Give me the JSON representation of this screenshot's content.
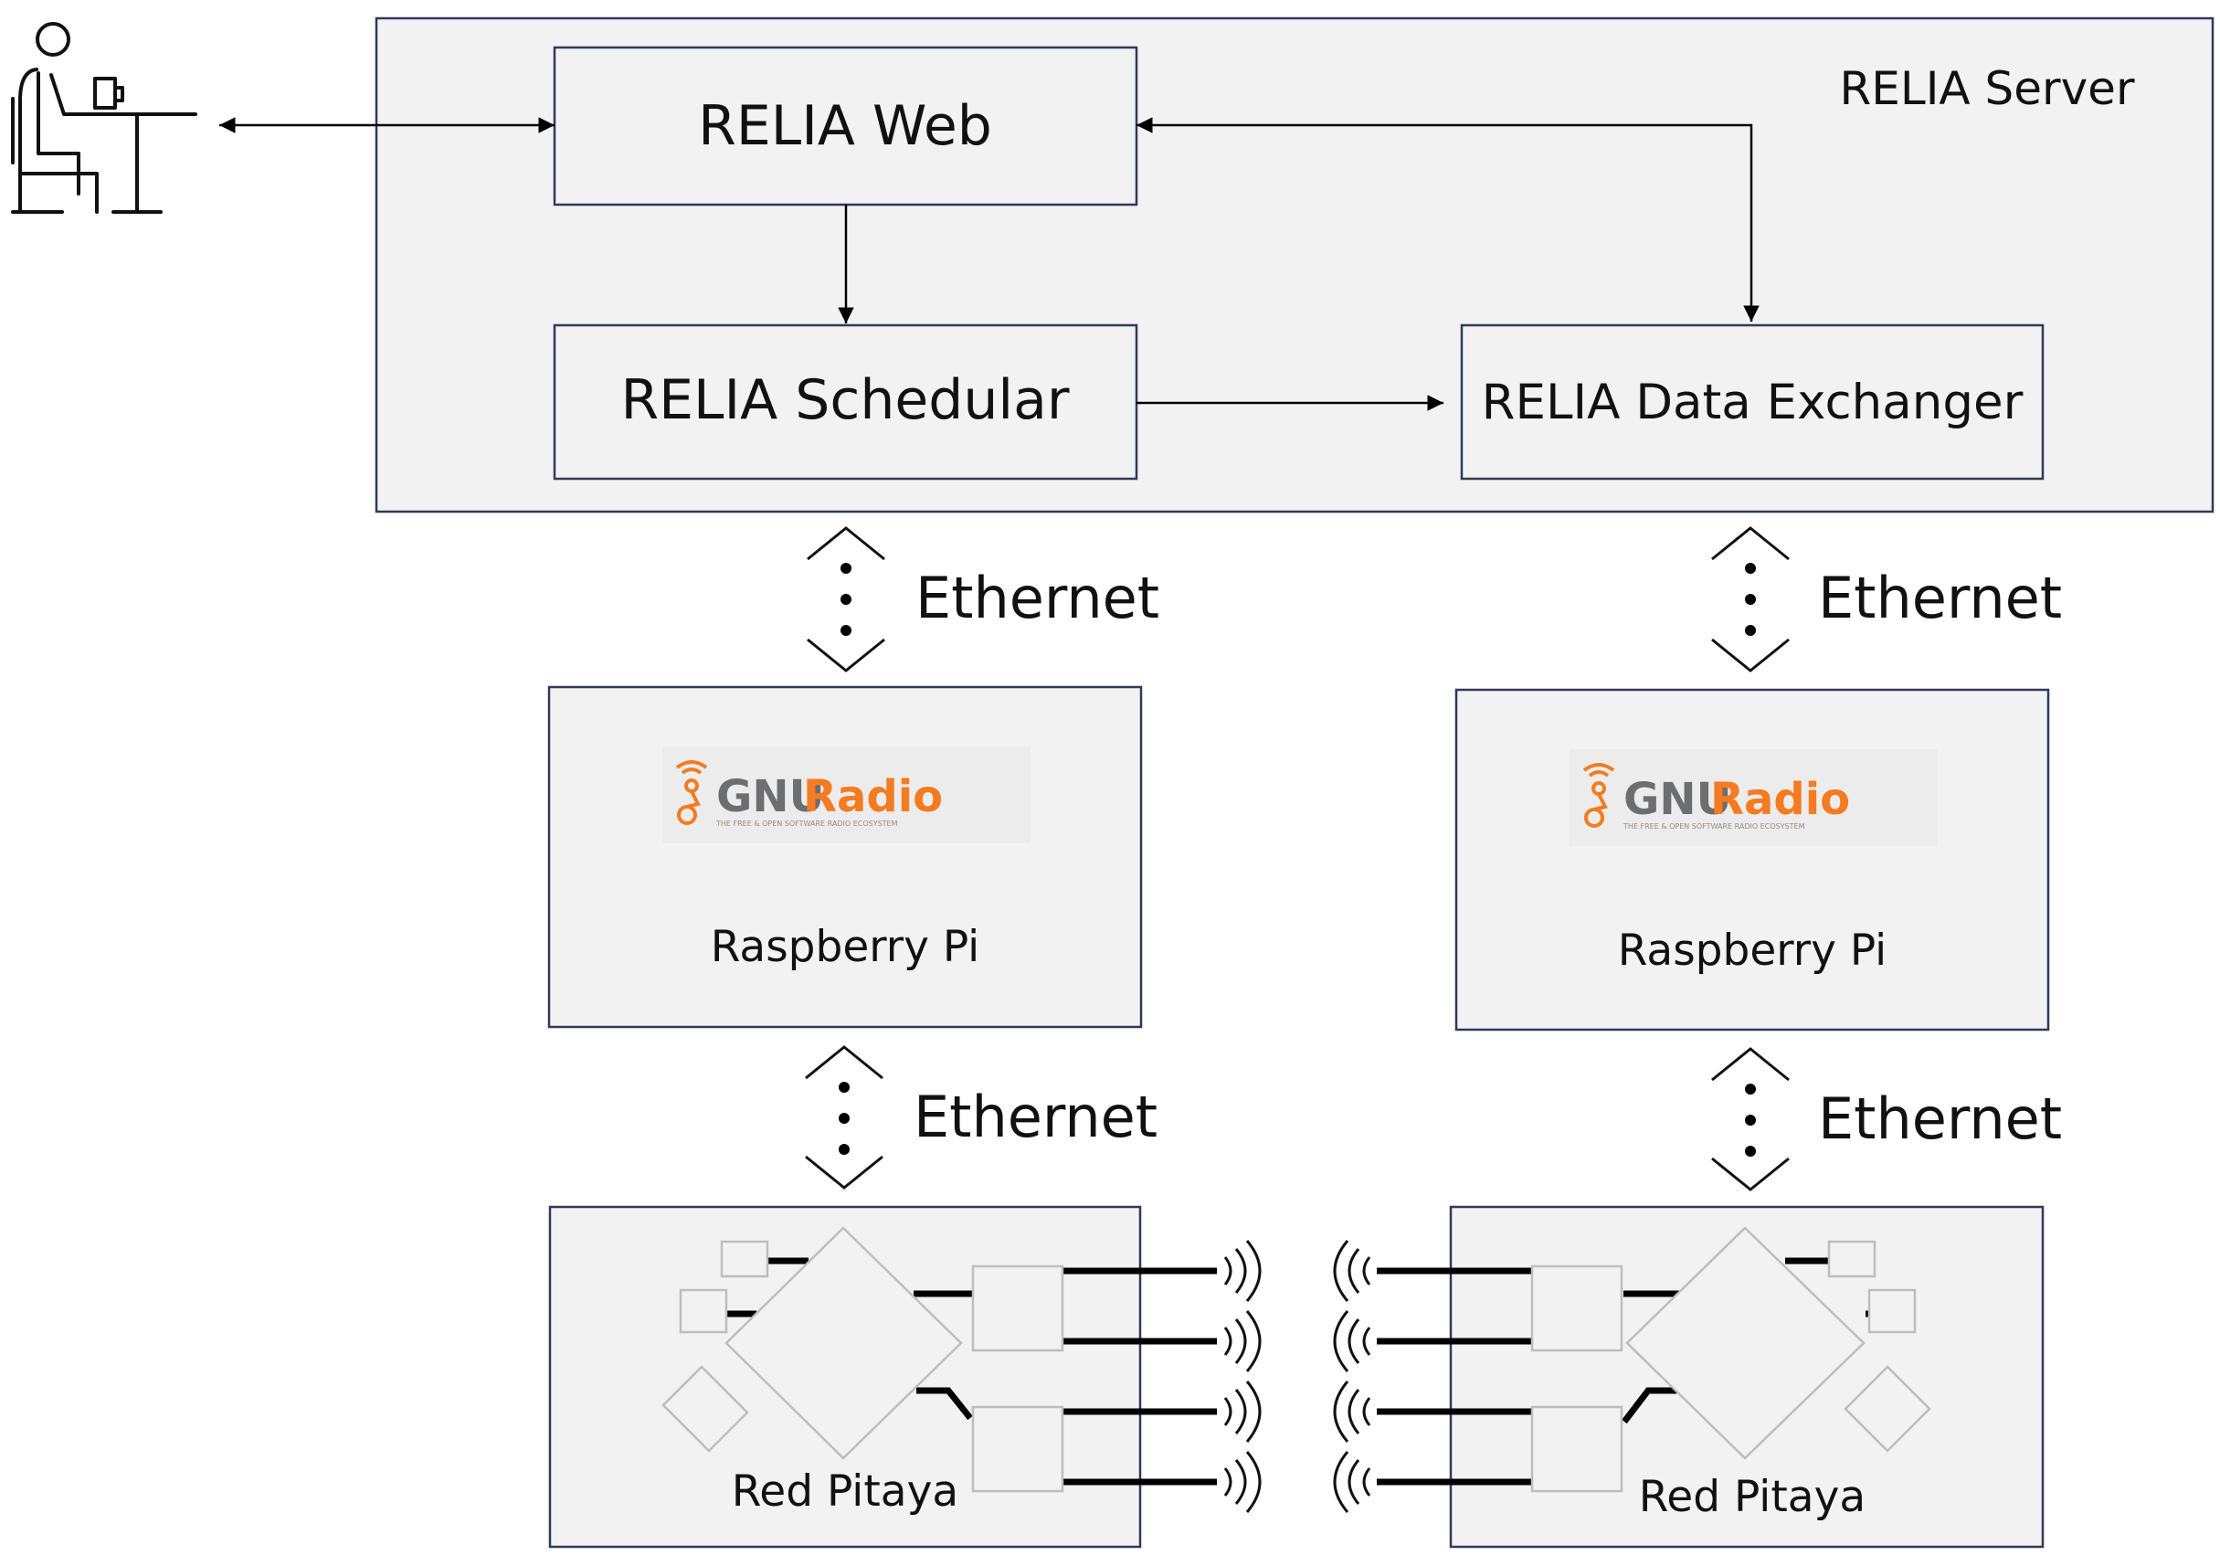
{
  "server": {
    "label": "RELIA Server"
  },
  "web": {
    "label": "RELIA Web"
  },
  "scheduler": {
    "label": "RELIA Schedular"
  },
  "exchanger": {
    "label": "RELIA Data Exchanger"
  },
  "links": {
    "ethernet": "Ethernet"
  },
  "left_stack": {
    "pi_label": "Raspberry Pi",
    "pitaya_label": "Red Pitaya"
  },
  "right_stack": {
    "pi_label": "Raspberry Pi",
    "pitaya_label": "Red Pitaya"
  },
  "logo": {
    "gnu": "GNU",
    "radio": "Radio",
    "tagline": "THE FREE & OPEN SOFTWARE RADIO ECOSYSTEM"
  },
  "icons": {
    "user": "person-at-desk-icon",
    "logo": "gnuradio-logo",
    "board": "red-pitaya-board-icon",
    "waves": "radio-waves-icon"
  },
  "colors": {
    "box_fill": "#f2f2f2",
    "box_stroke": "#2f3a5a",
    "logo_orange": "#f47b20",
    "logo_gray": "#6d6e70"
  }
}
